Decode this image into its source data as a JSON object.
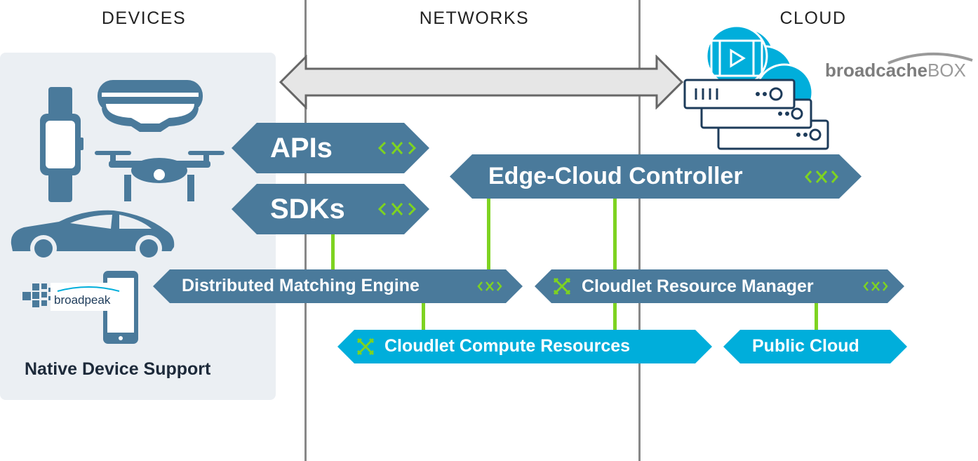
{
  "columns": {
    "devices": "DEVICES",
    "networks": "NETWORKS",
    "cloud": "CLOUD"
  },
  "native_label": "Native Device Support",
  "logos": {
    "broadpeak": "broadpeak",
    "broadcache_main": "broadcache",
    "broadcache_box": "BOX"
  },
  "nodes": {
    "apis": "APIs",
    "sdks": "SDKs",
    "edge_cloud_controller": "Edge-Cloud Controller",
    "distributed_matching_engine": "Distributed Matching Engine",
    "cloudlet_resource_manager": "Cloudlet Resource Manager",
    "cloudlet_compute_resources": "Cloudlet Compute Resources",
    "public_cloud": "Public Cloud"
  },
  "colors": {
    "dark": "#4a7a9b",
    "cyan": "#00aedb",
    "connector": "#7ed321",
    "divider": "#888888",
    "panel": "#ebeff3"
  },
  "icons": [
    "smartwatch-icon",
    "vr-headset-icon",
    "drone-icon",
    "car-icon",
    "smartphone-icon",
    "server-stack-icon",
    "video-cloud-icon",
    "api-symbol-icon",
    "cloudlet-x-icon",
    "bidirectional-arrow-icon"
  ]
}
